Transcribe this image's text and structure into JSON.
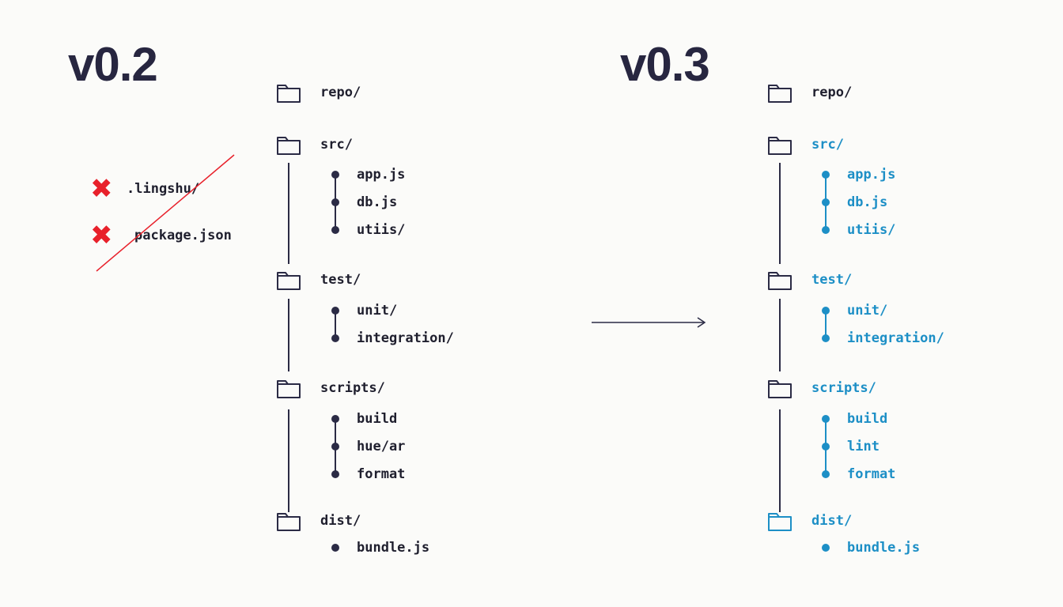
{
  "colors": {
    "ink": "#272640",
    "accent": "#1d8fc6",
    "removed": "#e8212b",
    "background": "#fbfbf9"
  },
  "before": {
    "version": "v0.2",
    "removed": [
      {
        "label": ".lingshu/",
        "icon": "red-x-icon"
      },
      {
        "label": "package.json",
        "icon": "red-x-icon"
      }
    ],
    "folders": [
      {
        "name": "repo/",
        "icon": "folder-icon",
        "children": []
      },
      {
        "name": "src/",
        "icon": "folder-icon",
        "children": [
          "app.js",
          "db.js",
          "utiis/"
        ]
      },
      {
        "name": "test/",
        "icon": "folder-icon",
        "children": [
          "unit/",
          "integration/"
        ]
      },
      {
        "name": "scripts/",
        "icon": "folder-icon",
        "children": [
          "build",
          "hue/ar",
          "format"
        ]
      },
      {
        "name": "dist/",
        "icon": "folder-icon",
        "children": [
          "bundle.js"
        ]
      }
    ]
  },
  "transition_icon": "arrow-right-icon",
  "after": {
    "version": "v0.3",
    "folders": [
      {
        "name": "repo/",
        "icon": "folder-icon",
        "children": []
      },
      {
        "name": "src/",
        "icon": "folder-icon",
        "children": [
          "app.js",
          "db.js",
          "utiis/"
        ]
      },
      {
        "name": "test/",
        "icon": "folder-icon",
        "children": [
          "unit/",
          "integration/"
        ]
      },
      {
        "name": "scripts/",
        "icon": "folder-icon",
        "children": [
          "build",
          "lint",
          "format"
        ]
      },
      {
        "name": "dist/",
        "icon": "folder-icon",
        "children": [
          "bundle.js"
        ]
      }
    ]
  }
}
